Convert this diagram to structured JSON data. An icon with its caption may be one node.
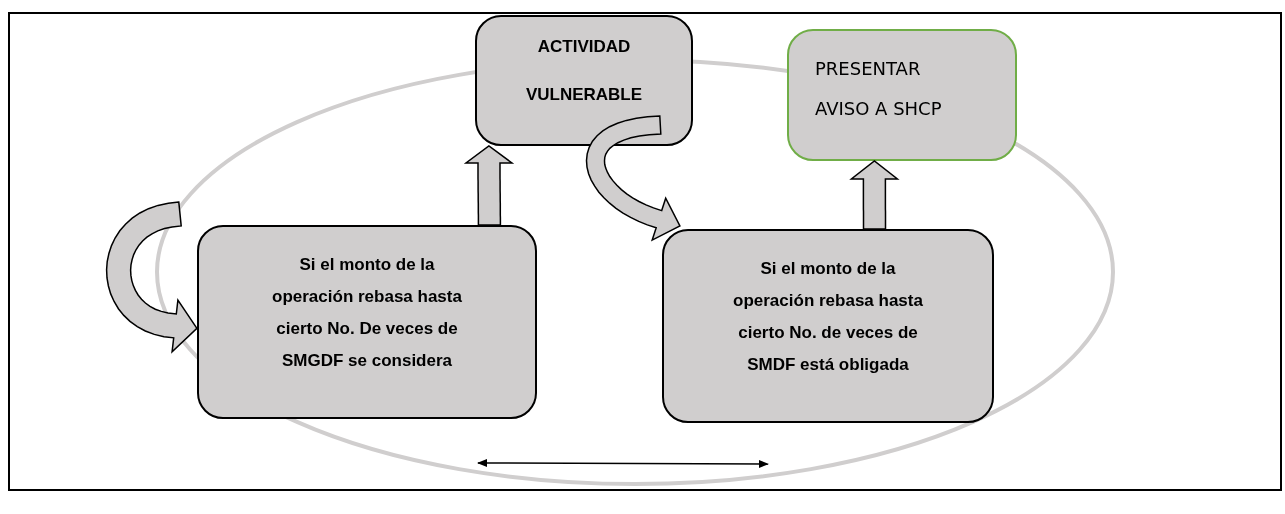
{
  "diagram": {
    "nodes": [
      {
        "text": [
          "ACTIVIDAD VULNERABLE"
        ]
      },
      {
        "text": [
          "PRESENTAR AVISO A SHCP"
        ]
      },
      {
        "text": [
          "Si el monto de la operación rebasa hasta cierto No. De veces de SMGDF se considera"
        ]
      },
      {
        "text": [
          "Si el monto de la operación rebasa hasta cierto No. de veces de SMDF está obligada"
        ]
      }
    ],
    "edges": [
      {
        "from": null,
        "to": 2,
        "arrow": "to"
      },
      {
        "from": 2,
        "to": 0,
        "arrow": "to"
      },
      {
        "from": 0,
        "to": 3,
        "arrow": "to"
      },
      {
        "from": 3,
        "to": 1,
        "arrow": "to"
      }
    ]
  }
}
